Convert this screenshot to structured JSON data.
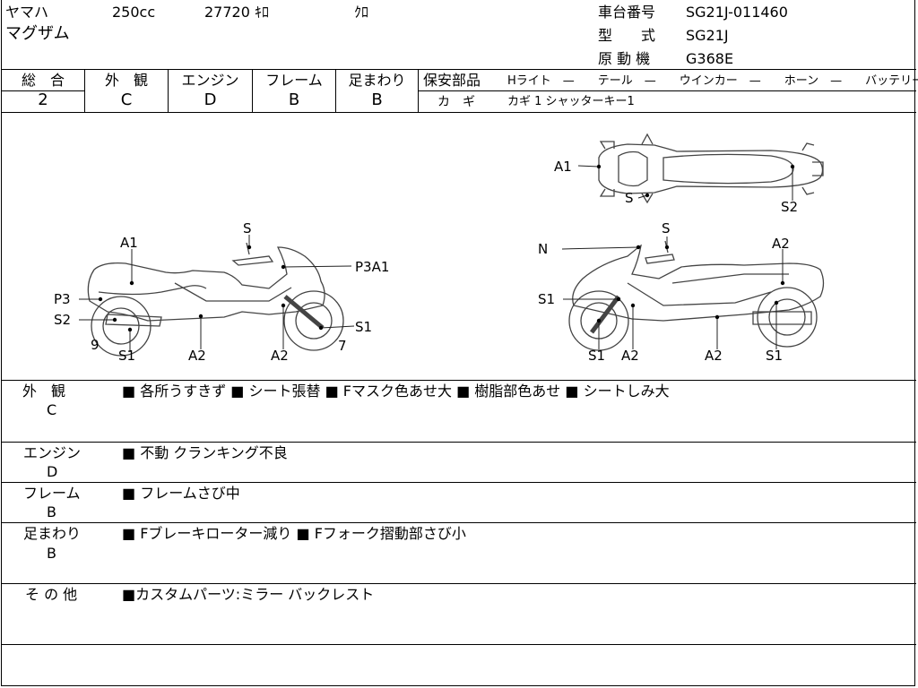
{
  "header": {
    "maker": "ヤマハ",
    "displacement": "250cc",
    "mileage": "27720 ｷﾛ",
    "color": "ｸﾛ",
    "model_name": "マグザム",
    "frame_no_label": "車台番号",
    "frame_no": "SG21J-011460",
    "type_label": "型　　式",
    "type": "SG21J",
    "engine_label": "原 動 機",
    "engine": "G368E"
  },
  "grades": {
    "overall_label": "総　合",
    "overall": "2",
    "exterior_label": "外　観",
    "exterior": "C",
    "engine_label": "エンジン",
    "engine": "D",
    "frame_label": "フレーム",
    "frame": "B",
    "suspension_label": "足まわり",
    "suspension": "B"
  },
  "safety": {
    "label": "保安部品",
    "items": "Hライト　—　　テール　—　　ウインカー　—　　ホーン　—　　バッテリー ×",
    "key_label": "カ　ギ",
    "key_value": "カギ 1 シャッターキー1"
  },
  "diagram_labels": {
    "top_A1": "A1",
    "top_S": "S",
    "top_S2": "S2",
    "left_A1": "A1",
    "left_S": "S",
    "left_P3A1": "P3A1",
    "left_P3": "P3",
    "left_S2": "S2",
    "left_S1_front": "S1",
    "left_7": "7",
    "left_9": "9",
    "left_S1_rear": "S1",
    "left_A2_a": "A2",
    "left_A2_b": "A2",
    "right_N": "N",
    "right_S": "S",
    "right_A2_top": "A2",
    "right_S1_left": "S1",
    "right_S1_a": "S1",
    "right_A2_a": "A2",
    "right_A2_b": "A2",
    "right_S1_b": "S1"
  },
  "notes": [
    {
      "label": "外　観",
      "grade": "C",
      "text": "■ 各所うすきず ■ シート張替 ■ Fマスク色あせ大 ■ 樹脂部色あせ ■ シートしみ大"
    },
    {
      "label": "エンジン",
      "grade": "D",
      "text": "■ 不動 クランキング不良"
    },
    {
      "label": "フレーム",
      "grade": "B",
      "text": "■ フレームさび中"
    },
    {
      "label": "足まわり",
      "grade": "B",
      "text": "■ Fブレーキローター減り ■ Fフォーク摺動部さび小"
    },
    {
      "label": "そ の 他",
      "grade": "",
      "text": "■カスタムパーツ:ミラー バックレスト"
    }
  ]
}
